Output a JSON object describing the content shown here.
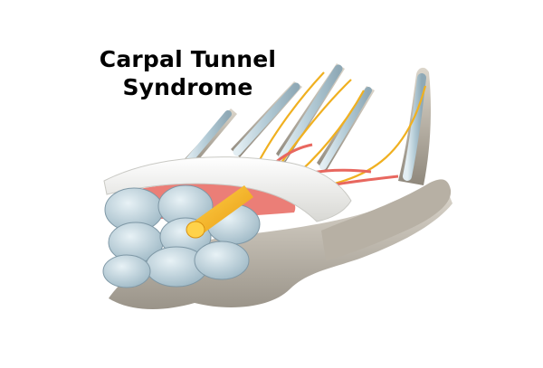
{
  "title": {
    "line1": "Carpal Tunnel",
    "line2": "Syndrome"
  },
  "illustration": {
    "subject": "hand-anatomy-illustration",
    "colors": {
      "background": "#ffffff",
      "bone": "#bdb6aa",
      "tendon_sheath": "#bcd2dc",
      "tendon_cross_section": "#cddfe8",
      "muscle": "#e8675f",
      "nerve": "#f0b020",
      "ligament": "#f2f2f0"
    }
  }
}
